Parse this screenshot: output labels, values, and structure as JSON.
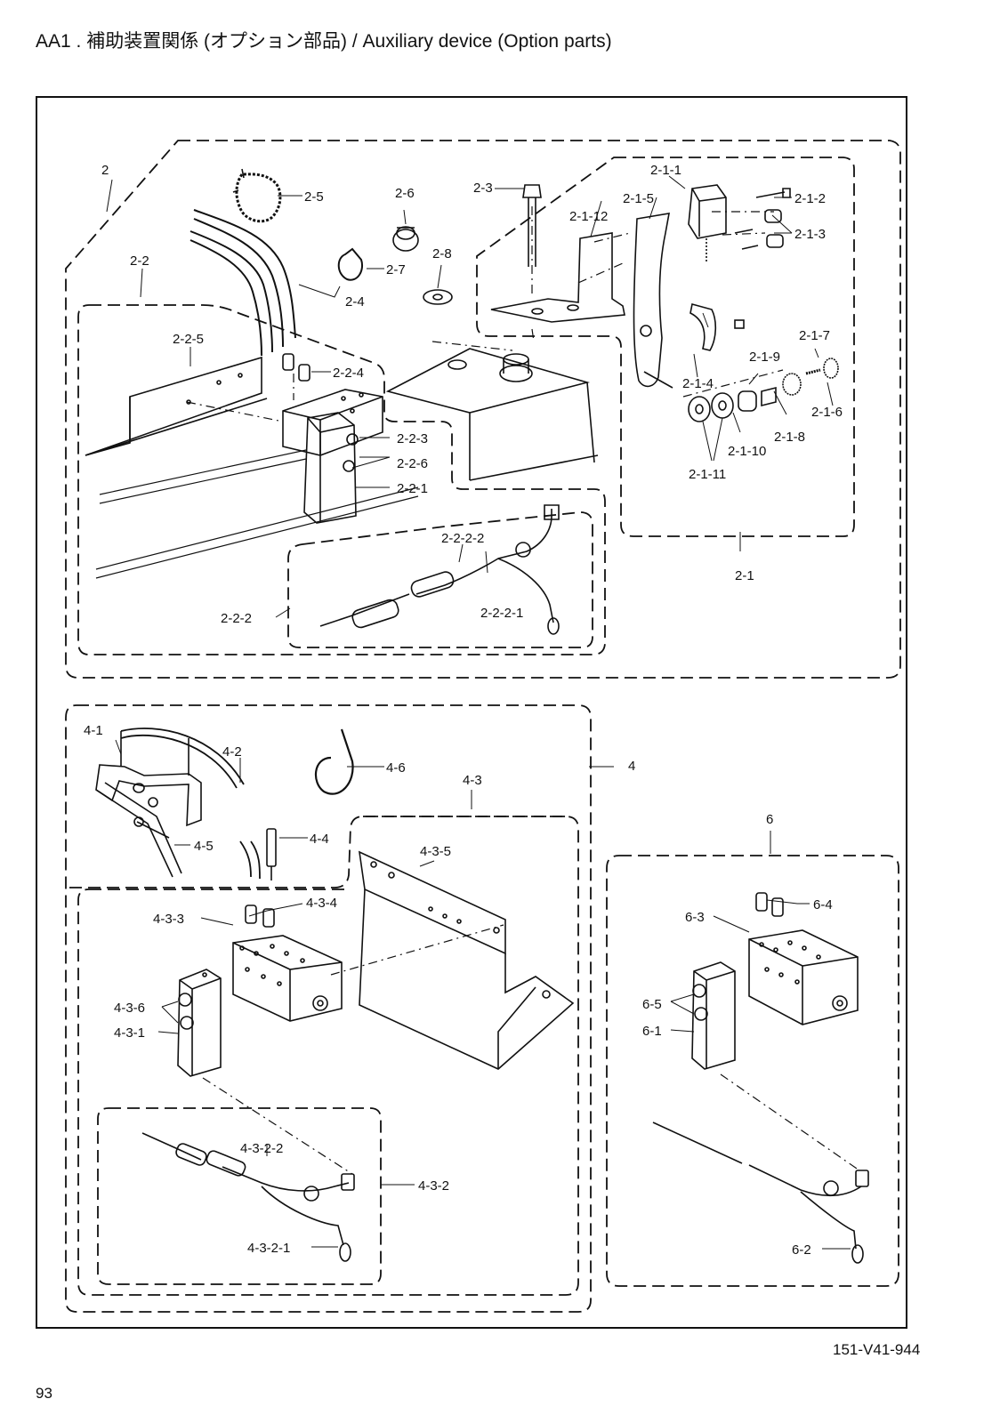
{
  "header": {
    "title": "AA1 . 補助装置関係 (オプション部品) / Auxiliary device (Option parts)"
  },
  "footer": {
    "page_number": "93",
    "document_code": "151-V41-944"
  },
  "callouts": {
    "g2": "2",
    "g2_1": "2-1",
    "p2_1_1": "2-1-1",
    "p2_1_2": "2-1-2",
    "p2_1_3": "2-1-3",
    "p2_1_4": "2-1-4",
    "p2_1_5": "2-1-5",
    "p2_1_6": "2-1-6",
    "p2_1_7": "2-1-7",
    "p2_1_8": "2-1-8",
    "p2_1_9": "2-1-9",
    "p2_1_10": "2-1-10",
    "p2_1_11": "2-1-11",
    "p2_1_12": "2-1-12",
    "g2_2": "2-2",
    "g2_2_2": "2-2-2",
    "p2_2_2_1": "2-2-2-1",
    "p2_2_2_2": "2-2-2-2",
    "p2_2_1": "2-2-1",
    "p2_2_3": "2-2-3",
    "p2_2_4": "2-2-4",
    "p2_2_5": "2-2-5",
    "p2_2_6": "2-2-6",
    "p2_3": "2-3",
    "p2_4": "2-4",
    "p2_5": "2-5",
    "p2_6": "2-6",
    "p2_7": "2-7",
    "p2_8": "2-8",
    "g4": "4",
    "p4_1": "4-1",
    "p4_2": "4-2",
    "g4_3": "4-3",
    "g4_3_2": "4-3-2",
    "p4_3_2_1": "4-3-2-1",
    "p4_3_2_2": "4-3-2-2",
    "p4_3_1": "4-3-1",
    "p4_3_3": "4-3-3",
    "p4_3_4": "4-3-4",
    "p4_3_5": "4-3-5",
    "p4_3_6": "4-3-6",
    "p4_4": "4-4",
    "p4_5": "4-5",
    "p4_6": "4-6",
    "g6": "6",
    "p6_1": "6-1",
    "p6_2": "6-2",
    "p6_3": "6-3",
    "p6_4": "6-4",
    "p6_5": "6-5"
  }
}
